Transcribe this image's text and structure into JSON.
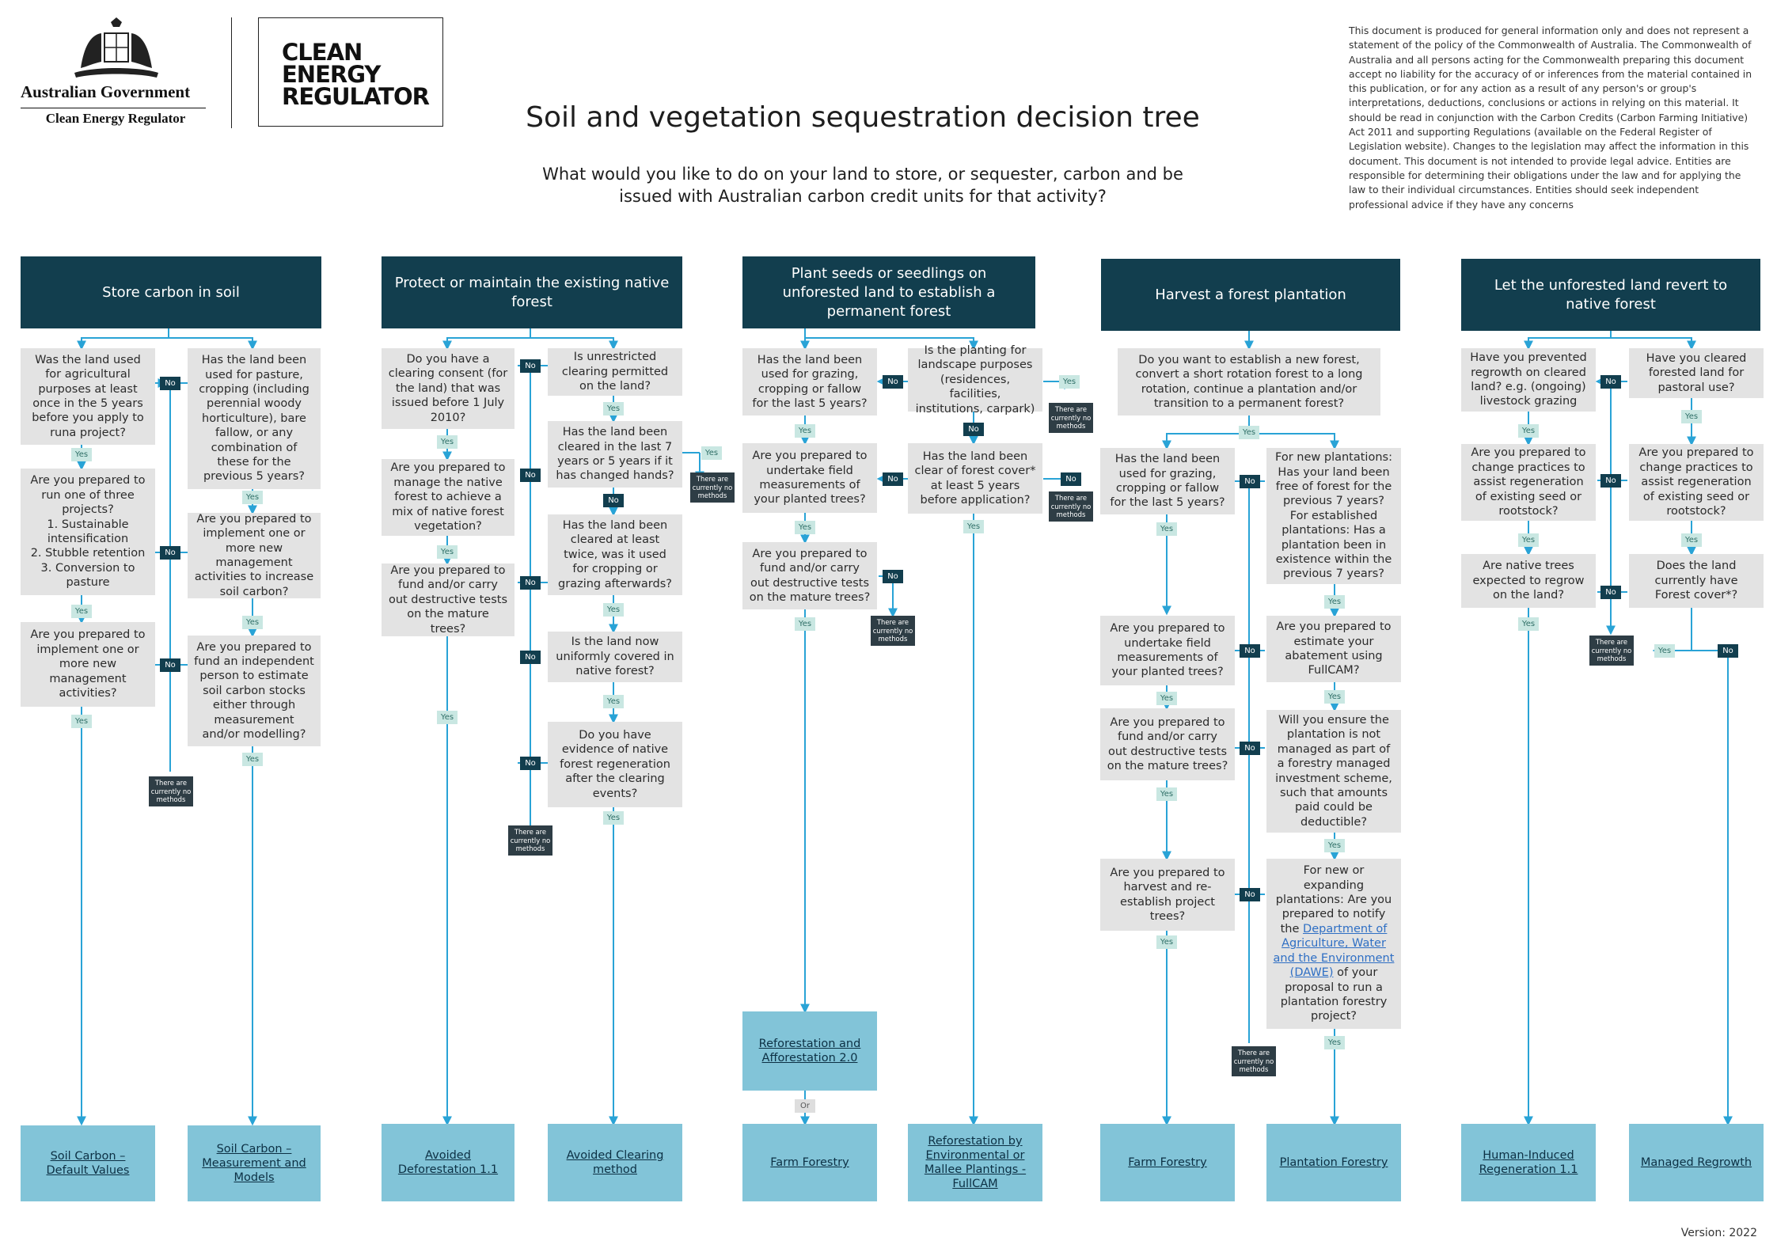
{
  "branding": {
    "gov_name": "Australian Government",
    "gov_sub": "Clean Energy Regulator",
    "regulator_logo": "CLEAN\nENERGY\nREGULATOR"
  },
  "title": "Soil and vegetation sequestration decision tree",
  "subtitle": "What would you like to do on your land to store, or sequester, carbon and be issued with Australian carbon credit units for that activity?",
  "disclaimer": "This document is produced for general information only and does not represent a statement of the policy of the Commonwealth of Australia. The Commonwealth of Australia and all persons acting for the Commonwealth preparing this document accept no liability for the accuracy of or inferences from the material contained in this publication, or for any action as a result of any person's or group's interpretations, deductions, conclusions or actions in relying on this material. It should be read in conjunction with the Carbon Credits (Carbon Farming Initiative) Act 2011 and supporting Regulations (available on the Federal Register of Legislation website). Changes to the legislation may affect the information in this document. This document is not intended to provide legal advice. Entities are responsible for determining their obligations under the law and for applying the law to their individual circumstances. Entities should seek independent professional advice if they have any concerns",
  "version": "Version: 2022",
  "labels": {
    "yes": "Yes",
    "no": "No",
    "or": "Or",
    "no_methods": "There are\ncurrently no\nmethods"
  },
  "colors": {
    "header": "#123e4e",
    "question": "#e3e3e3",
    "outcome": "#82c4d8",
    "connector": "#29a3d6",
    "yes_tag": "#c9e7e2"
  },
  "headers": {
    "h1": "Store carbon in soil",
    "h2": "Protect or maintain the existing native forest",
    "h3": "Plant seeds or seedlings on unforested land to establish a permanent forest",
    "h4": "Harvest a forest plantation",
    "h5": "Let the unforested land revert to native forest"
  },
  "questions": {
    "q1a": "Was the land used for agricultural purposes at least once in the 5 years before you apply to runa project?",
    "q1b": "Are you prepared to run one of three projects?\n1. Sustainable intensification\n2. Stubble retention\n3. Conversion to pasture",
    "q1c": "Are you prepared to implement one or more new management activities?",
    "q1d": "Has the land been used for pasture, cropping (including perennial woody horticulture), bare fallow, or any combination of these for the previous 5 years?",
    "q1e": "Are you prepared to implement one or more new management activities to increase soil carbon?",
    "q1f": "Are you prepared to fund an independent person to estimate soil carbon stocks either through measurement and/or modelling?",
    "q2a": "Do you have a clearing consent (for the land) that was issued before 1 July 2010?",
    "q2b": "Are you prepared to manage the native forest to achieve a mix of native forest vegetation?",
    "q2c": "Are you prepared to fund and/or carry out destructive tests on the mature trees?",
    "q2d": "Is unrestricted clearing permitted on the land?",
    "q2e": "Has the land been cleared in the last 7 years or 5 years if it has changed hands?",
    "q2f": "Has the land been cleared at least twice, was it used for cropping or grazing afterwards?",
    "q2g": "Is the land now uniformly covered in native forest?",
    "q2h": "Do you have evidence of native forest regeneration after the clearing events?",
    "q3a": "Has the land been used for grazing, cropping or fallow for the last 5 years?",
    "q3b": "Are you prepared to undertake field measurements of your planted trees?",
    "q3c": "Are you prepared to fund and/or carry out destructive tests on the mature trees?",
    "q3d": "Is the planting for landscape purposes (residences, facilities, institutions, carpark)",
    "q3e": "Has the land been clear of forest cover* at least 5 years before application?",
    "q4a": "Do you want to establish a new forest, convert a short rotation forest to a long rotation, continue a plantation and/or transition to a permanent forest?",
    "q4b": "Has the land been used for grazing, cropping or fallow for the last 5 years?",
    "q4c": "Are you prepared to undertake field measurements of your planted trees?",
    "q4d": "Are you prepared to fund and/or carry out destructive tests on the mature trees?",
    "q4e": "Are you prepared to harvest and re-establish project trees?",
    "q4f": "For new plantations: Has your land been free of forest for the previous 7 years?\nFor established plantations: Has a plantation been in existence within the previous 7 years?",
    "q4g": "Are you prepared to estimate your abatement using FullCAM?",
    "q4h": "Will you ensure the plantation is not managed as part of a forestry managed investment scheme, such that amounts paid could be deductible?",
    "q4i_pre": "For new or expanding plantations: Are you prepared to notify the ",
    "q4i_link": "Department of Agriculture, Water and the Environment (DAWE)",
    "q4i_post": " of your proposal to run a plantation forestry project?",
    "q5a": "Have you prevented regrowth on cleared land? e.g. (ongoing) livestock grazing",
    "q5b": "Are you prepared to change practices to assist regeneration of existing seed or rootstock?",
    "q5c": "Are native trees expected to regrow on the land?",
    "q5d": "Have you cleared forested land for pastoral use?",
    "q5e": "Are you prepared to change practices to assist regeneration of existing seed or rootstock?",
    "q5f": "Does the land currently have Forest cover*?"
  },
  "outcomes": {
    "o1": "Soil Carbon –\nDefault Values",
    "o2": "Soil Carbon –\nMeasurement and\nModels",
    "o3": "Avoided\nDeforestation 1.1",
    "o4": "Avoided Clearing\nmethod",
    "o5": "Reforestation and\nAfforestation 2.0",
    "o6": "Farm Forestry",
    "o7": "Reforestation by\nEnvironmental or\nMallee Plantings -\nFullCAM",
    "o8": "Farm Forestry",
    "o9": "Plantation Forestry",
    "o10": "Human-Induced\nRegeneration 1.1",
    "o11": "Managed Regrowth"
  }
}
